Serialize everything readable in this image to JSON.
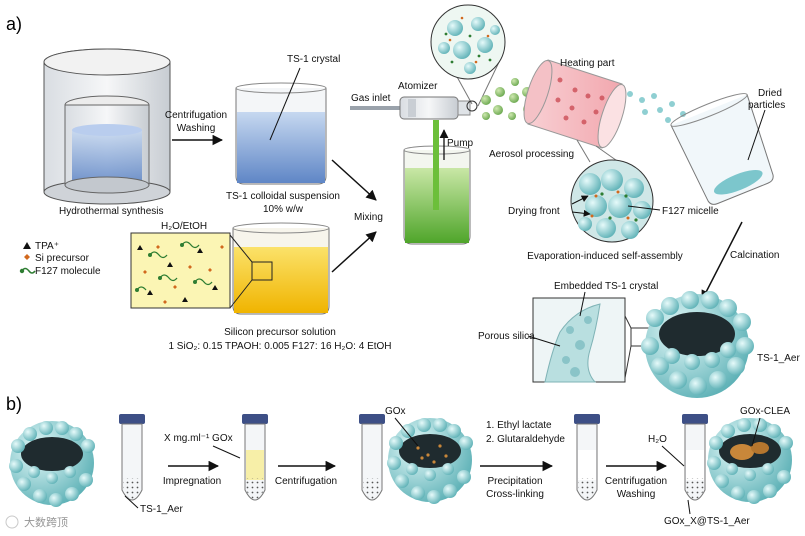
{
  "panel_a": {
    "letter": "a)",
    "hydrothermal": "Hydrothermal synthesis",
    "centrifugation": "Centrifugation",
    "washing": "Washing",
    "ts1_crystal": "TS-1 crystal",
    "ts1_suspension": "TS-1 colloidal suspension",
    "ts1_conc": "10% w/w",
    "solvent": "H₂O/EtOH",
    "legend_tpa": "TPA⁺",
    "legend_si": "Si precursor",
    "legend_f127": "F127 molecule",
    "silicon_solution": "Silicon precursor solution",
    "formula": "1 SiO₂: 0.15 TPAOH: 0.005 F127: 16 H₂O: 4 EtOH",
    "mixing": "Mixing",
    "gas_inlet": "Gas inlet",
    "atomizer": "Atomizer",
    "pump": "Pump",
    "heating_part": "Heating part",
    "aerosol": "Aerosol processing",
    "dried_line1": "Dried",
    "dried_line2": "particles",
    "drying_front": "Drying front",
    "f127_micelle": "F127 micelle",
    "eisa": "Evaporation-induced self-assembly",
    "calcination": "Calcination",
    "embedded": "Embedded TS-1 crystal",
    "porous_silica": "Porous silica",
    "ts1_aer": "TS-1_Aer"
  },
  "panel_b": {
    "letter": "b)",
    "gox_conc": "X mg.ml⁻¹ GOx",
    "impregnation": "Impregnation",
    "ts1_aer": "TS-1_Aer",
    "centrifugation": "Centrifugation",
    "gox": "GOx",
    "step1": "1. Ethyl lactate",
    "step2": "2. Glutaraldehyde",
    "precipitation": "Precipitation",
    "crosslinking": "Cross-linking",
    "centrifugation2": "Centrifugation",
    "washing": "Washing",
    "h2o": "H₂O",
    "gox_clea": "GOx-CLEA",
    "final": "GOx_X@TS-1_Aer"
  },
  "watermark": "大数跨顶",
  "colors": {
    "sphere": "#9fd6d8",
    "sphere_dark": "#5aaab0",
    "beaker_blue": "#7f9fd6",
    "beaker_yellow": "#f3c326",
    "beaker_green": "#74c043",
    "core": "#1f2b2f",
    "enzyme": "#c8873a"
  }
}
